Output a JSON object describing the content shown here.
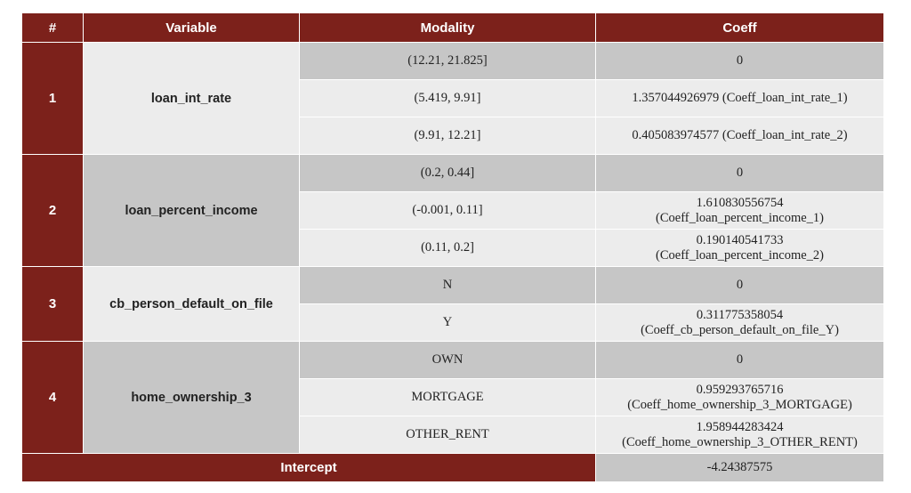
{
  "headers": [
    "#",
    "Variable",
    "Modality",
    "Coeff"
  ],
  "groups": [
    {
      "num": "1",
      "variable": "loan_int_rate",
      "rows": [
        {
          "modality": "(12.21, 21.825]",
          "coeff": [
            "0"
          ]
        },
        {
          "modality": "(5.419, 9.91]",
          "coeff": [
            "1.357044926979 (Coeff_loan_int_rate_1)"
          ]
        },
        {
          "modality": "(9.91, 12.21]",
          "coeff": [
            "0.405083974577 (Coeff_loan_int_rate_2)"
          ]
        }
      ]
    },
    {
      "num": "2",
      "variable": "loan_percent_income",
      "rows": [
        {
          "modality": "(0.2, 0.44]",
          "coeff": [
            "0"
          ]
        },
        {
          "modality": "(-0.001, 0.11]",
          "coeff": [
            "1.610830556754",
            "(Coeff_loan_percent_income_1)"
          ]
        },
        {
          "modality": "(0.11, 0.2]",
          "coeff": [
            "0.190140541733",
            "(Coeff_loan_percent_income_2)"
          ]
        }
      ]
    },
    {
      "num": "3",
      "variable": "cb_person_default_on_file",
      "rows": [
        {
          "modality": "N",
          "coeff": [
            "0"
          ]
        },
        {
          "modality": "Y",
          "coeff": [
            "0.311775358054",
            "(Coeff_cb_person_default_on_file_Y)"
          ]
        }
      ]
    },
    {
      "num": "4",
      "variable": "home_ownership_3",
      "rows": [
        {
          "modality": "OWN",
          "coeff": [
            "0"
          ]
        },
        {
          "modality": "MORTGAGE",
          "coeff": [
            "0.959293765716",
            "(Coeff_home_ownership_3_MORTGAGE)"
          ]
        },
        {
          "modality": "OTHER_RENT",
          "coeff": [
            "1.958944283424",
            "(Coeff_home_ownership_3_OTHER_RENT)"
          ]
        }
      ]
    }
  ],
  "intercept": {
    "label": "Intercept",
    "value": "-4.24387575"
  },
  "colors": {
    "header": "#7c211b",
    "light": "#ececec",
    "dark": "#c6c6c6"
  }
}
